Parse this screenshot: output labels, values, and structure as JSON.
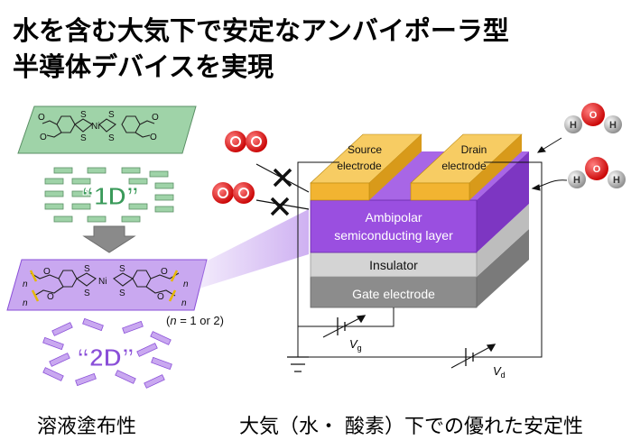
{
  "title_line1": "水を含む大気下で安定なアンバイポーラ型",
  "title_line2": "半導体デバイスを実現",
  "label_1d": "“1D”",
  "label_2d": "“2D”",
  "n_note": "(n = 1 or 2)",
  "n_note_prefix": "(",
  "n_note_var": "n",
  "n_note_suffix": " = 1 or 2)",
  "molecule": {
    "ni": "Ni",
    "s": "S",
    "o": "O",
    "n": "n"
  },
  "device": {
    "source_line1": "Source",
    "source_line2": "electrode",
    "drain_line1": "Drain",
    "drain_line2": "electrode",
    "ambipolar_line1": "Ambipolar",
    "ambipolar_line2": "semiconducting layer",
    "insulator": "Insulator",
    "gate": "Gate electrode",
    "vg_var": "V",
    "vg_sub": "g",
    "vd_var": "V",
    "vd_sub": "d"
  },
  "water": {
    "h": "H",
    "o": "O"
  },
  "caption_left": "溶液塗布性",
  "caption_right": "大気（水・ 酸素）下での優れた安定性",
  "colors": {
    "green_film": "#9fd3a8",
    "green_label": "#3a9a5a",
    "purple_film": "#c9a8f0",
    "purple_label": "#8a4fd8",
    "electrode": "#f2b431",
    "semiconductor": "#9a4fe0",
    "insulator": "#d4d4d4",
    "gate": "#8c8c8c",
    "oxygen": "#e62020"
  }
}
